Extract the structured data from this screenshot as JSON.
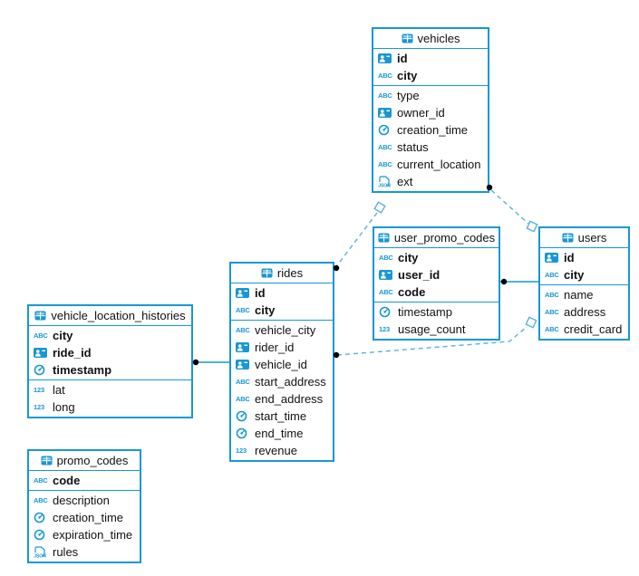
{
  "diagram": {
    "background_color": "#ffffff",
    "accent_color": "#1797d4",
    "dashed_relation_color": "#5ab0e0",
    "type_icon_labels": {
      "string": "ABC",
      "number": "123",
      "json": "JSON"
    },
    "tables": [
      {
        "name": "vehicles",
        "columns": [
          {
            "name": "id",
            "type": "ref",
            "key": true
          },
          {
            "name": "city",
            "type": "string",
            "key": true
          },
          {
            "name": "type",
            "type": "string",
            "key": false
          },
          {
            "name": "owner_id",
            "type": "ref",
            "key": false
          },
          {
            "name": "creation_time",
            "type": "datetime",
            "key": false
          },
          {
            "name": "status",
            "type": "string",
            "key": false
          },
          {
            "name": "current_location",
            "type": "string",
            "key": false
          },
          {
            "name": "ext",
            "type": "json",
            "key": false
          }
        ]
      },
      {
        "name": "user_promo_codes",
        "columns": [
          {
            "name": "city",
            "type": "string",
            "key": true
          },
          {
            "name": "user_id",
            "type": "ref",
            "key": true
          },
          {
            "name": "code",
            "type": "string",
            "key": true
          },
          {
            "name": "timestamp",
            "type": "datetime",
            "key": false
          },
          {
            "name": "usage_count",
            "type": "number",
            "key": false
          }
        ]
      },
      {
        "name": "users",
        "columns": [
          {
            "name": "id",
            "type": "ref",
            "key": true
          },
          {
            "name": "city",
            "type": "string",
            "key": true
          },
          {
            "name": "name",
            "type": "string",
            "key": false
          },
          {
            "name": "address",
            "type": "string",
            "key": false
          },
          {
            "name": "credit_card",
            "type": "string",
            "key": false
          }
        ]
      },
      {
        "name": "rides",
        "columns": [
          {
            "name": "id",
            "type": "ref",
            "key": true
          },
          {
            "name": "city",
            "type": "string",
            "key": true
          },
          {
            "name": "vehicle_city",
            "type": "string",
            "key": false
          },
          {
            "name": "rider_id",
            "type": "ref",
            "key": false
          },
          {
            "name": "vehicle_id",
            "type": "ref",
            "key": false
          },
          {
            "name": "start_address",
            "type": "string",
            "key": false
          },
          {
            "name": "end_address",
            "type": "string",
            "key": false
          },
          {
            "name": "start_time",
            "type": "datetime",
            "key": false
          },
          {
            "name": "end_time",
            "type": "datetime",
            "key": false
          },
          {
            "name": "revenue",
            "type": "number",
            "key": false
          }
        ]
      },
      {
        "name": "vehicle_location_histories",
        "columns": [
          {
            "name": "city",
            "type": "string",
            "key": true
          },
          {
            "name": "ride_id",
            "type": "ref",
            "key": true
          },
          {
            "name": "timestamp",
            "type": "datetime",
            "key": true
          },
          {
            "name": "lat",
            "type": "number",
            "key": false
          },
          {
            "name": "long",
            "type": "number",
            "key": false
          }
        ]
      },
      {
        "name": "promo_codes",
        "columns": [
          {
            "name": "code",
            "type": "string",
            "key": true
          },
          {
            "name": "description",
            "type": "string",
            "key": false
          },
          {
            "name": "creation_time",
            "type": "datetime",
            "key": false
          },
          {
            "name": "expiration_time",
            "type": "datetime",
            "key": false
          },
          {
            "name": "rules",
            "type": "json",
            "key": false
          }
        ]
      }
    ],
    "relationships": [
      {
        "child": "rides",
        "parent": "vehicles",
        "line_style": "dashed"
      },
      {
        "child": "vehicles",
        "parent": "users",
        "line_style": "dashed"
      },
      {
        "child": "user_promo_codes",
        "parent": "users",
        "line_style": "solid"
      },
      {
        "child": "rides",
        "parent": "users",
        "line_style": "dashed"
      },
      {
        "child": "vehicle_location_histories",
        "parent": "rides",
        "line_style": "solid"
      }
    ]
  }
}
